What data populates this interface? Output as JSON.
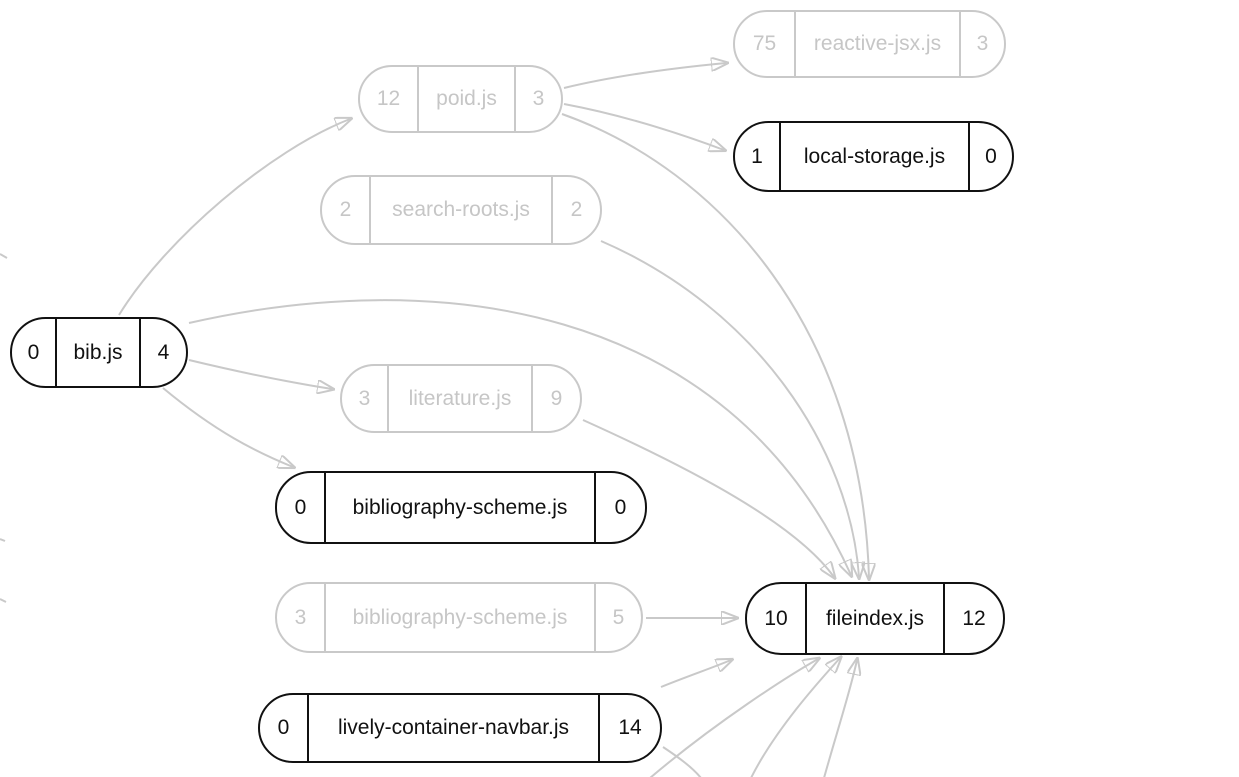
{
  "graph": {
    "description": "module dependency graph",
    "colors": {
      "background": "#ffffff",
      "active_node": "#111111",
      "inactive_node": "#c9c9c9",
      "edge": "#c9c9c9",
      "arrowhead": "#c4c4c4"
    },
    "nodes": [
      {
        "in": "75",
        "label": "reactive-jsx.js",
        "out": "3",
        "state": "inactive"
      },
      {
        "in": "12",
        "label": "poid.js",
        "out": "3",
        "state": "inactive"
      },
      {
        "in": "1",
        "label": "local-storage.js",
        "out": "0",
        "state": "active"
      },
      {
        "in": "2",
        "label": "search-roots.js",
        "out": "2",
        "state": "inactive"
      },
      {
        "in": "0",
        "label": "bib.js",
        "out": "4",
        "state": "active"
      },
      {
        "in": "3",
        "label": "literature.js",
        "out": "9",
        "state": "inactive"
      },
      {
        "in": "0",
        "label": "bibliography-scheme.js",
        "out": "0",
        "state": "active"
      },
      {
        "in": "3",
        "label": "bibliography-scheme.js",
        "out": "5",
        "state": "inactive"
      },
      {
        "in": "10",
        "label": "fileindex.js",
        "out": "12",
        "state": "active"
      },
      {
        "in": "0",
        "label": "lively-container-navbar.js",
        "out": "14",
        "state": "active"
      }
    ],
    "edges": [
      {
        "from": "bib.js",
        "to": "poid.js"
      },
      {
        "from": "poid.js",
        "to": "reactive-jsx.js"
      },
      {
        "from": "poid.js",
        "to": "local-storage.js"
      },
      {
        "from": "poid.js",
        "to": "fileindex.js"
      },
      {
        "from": "search-roots.js",
        "to": "fileindex.js"
      },
      {
        "from": "bib.js",
        "to": "fileindex.js"
      },
      {
        "from": "bib.js",
        "to": "literature.js"
      },
      {
        "from": "bib.js",
        "to": "bibliography-scheme.js"
      },
      {
        "from": "literature.js",
        "to": "fileindex.js"
      },
      {
        "from": "bibliography-scheme.js (inactive)",
        "to": "fileindex.js"
      },
      {
        "from": "lively-container-navbar.js",
        "to": "fileindex.js"
      },
      {
        "from": "offscreen-bottom-1",
        "to": "fileindex.js"
      },
      {
        "from": "offscreen-bottom-2",
        "to": "fileindex.js"
      },
      {
        "from": "offscreen-bottom-3",
        "to": "fileindex.js"
      },
      {
        "from": "lively-container-navbar.js",
        "to": "offscreen-bottom"
      }
    ]
  }
}
